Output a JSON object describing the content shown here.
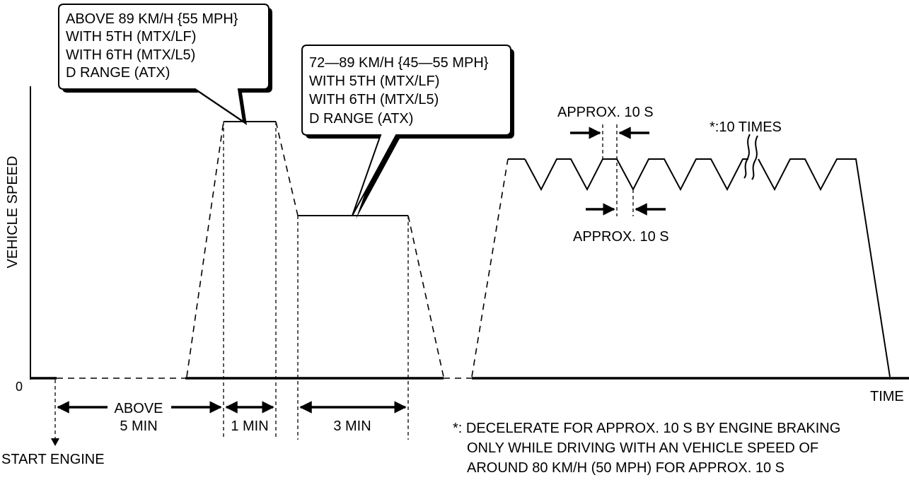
{
  "axes": {
    "y_label": "VEHICLE SPEED",
    "x_label": "TIME",
    "zero_label": "0"
  },
  "callouts": {
    "high": [
      "ABOVE 89 KM/H {55 MPH}",
      "WITH 5TH (MTX/LF)",
      "WITH 6TH (MTX/L5)",
      "D RANGE (ATX)"
    ],
    "mid": [
      "72—89 KM/H {45—55 MPH}",
      "WITH 5TH (MTX/LF)",
      "WITH 6TH (MTX/L5)",
      "D RANGE (ATX)"
    ]
  },
  "durations": {
    "warmup_line1": "ABOVE",
    "warmup_line2": "5 MIN",
    "high": "1 MIN",
    "mid": "3 MIN"
  },
  "start_engine": "START ENGINE",
  "pulse": {
    "approx_top": "APPROX. 10 S",
    "approx_bottom": "APPROX. 10 S",
    "times": "*:10 TIMES"
  },
  "footnote": [
    "*: DECELERATE FOR APPROX. 10 S BY ENGINE BRAKING",
    "ONLY WHILE DRIVING WITH AN VEHICLE SPEED OF",
    "AROUND 80 KM/H (50 MPH) FOR APPROX. 10 S"
  ]
}
